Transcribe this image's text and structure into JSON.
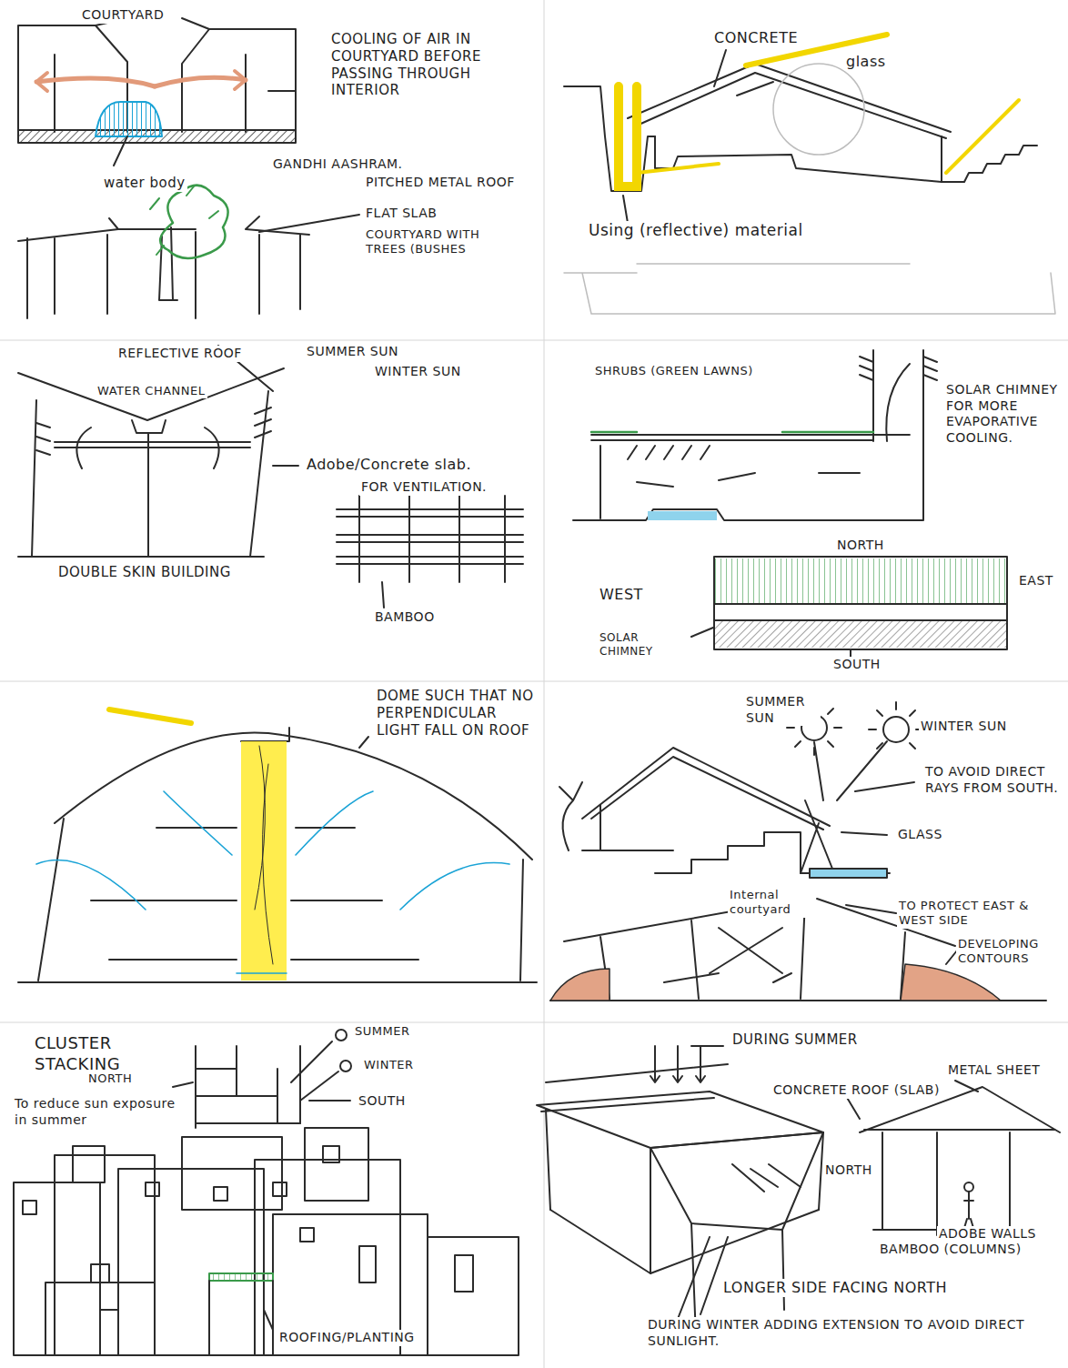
{
  "diagram": {
    "labels": [
      "COURTYARD",
      "COOLING OF AIR IN COURTYARD BEFORE PASSING THROUGH INTERIOR",
      "water body",
      "GANDHI AASHRAM.",
      "PITCHED METAL ROOF",
      "FLAT SLAB",
      "COURTYARD WITH TREES (BUSHES",
      "CONCRETE",
      "glass",
      "Using (reflective) material",
      "REFLECTIVE ROOF",
      "SUMMER SUN",
      "WATER CHANNEL",
      "WINTER SUN",
      "Adobe/Concrete slab.",
      "FOR VENTILATION.",
      "DOUBLE SKIN BUILDING",
      "BAMBOO",
      "SHRUBS (GREEN LAWNS)",
      "SOLAR CHIMNEY FOR MORE EVAPORATIVE COOLING.",
      "NORTH",
      "EAST",
      "WEST",
      "SOLAR CHIMNEY",
      "SOUTH",
      "DOME SUCH THAT NO PERPENDICULAR LIGHT FALL ON ROOF",
      "SUMMER SUN",
      "WINTER SUN",
      "TO AVOID DIRECT RAYS FROM SOUTH.",
      "GLASS",
      "Internal courtyard",
      "TO PROTECT EAST & WEST SIDE",
      "DEVELOPING CONTOURS",
      "CLUSTER STACKING",
      "NORTH",
      "To reduce sun exposure in summer",
      "SUMMER",
      "WINTER",
      "SOUTH",
      "ROOFING/PLANTING",
      "DURING SUMMER",
      "METAL SHEET",
      "CONCRETE ROOF (SLAB)",
      "NORTH",
      "ADOBE WALLS",
      "BAMBOO (COLUMNS)",
      "LONGER SIDE FACING NORTH",
      "DURING WINTER ADDING EXTENSION TO AVOID DIRECT SUNLIGHT."
    ]
  }
}
